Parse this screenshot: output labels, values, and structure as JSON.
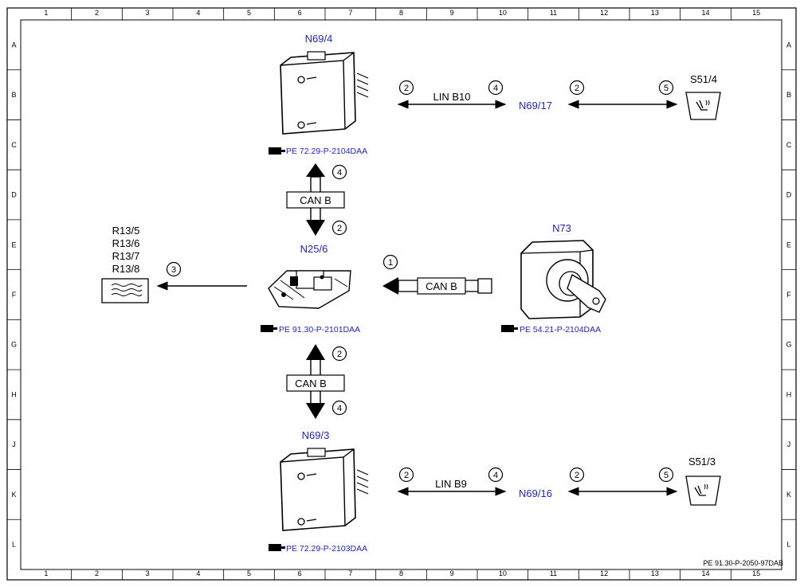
{
  "grid": {
    "columns": [
      "1",
      "2",
      "3",
      "4",
      "5",
      "6",
      "7",
      "8",
      "9",
      "10",
      "11",
      "12",
      "13",
      "14",
      "15"
    ],
    "rows": [
      "A",
      "B",
      "C",
      "D",
      "E",
      "F",
      "G",
      "H",
      "J",
      "K",
      "L"
    ]
  },
  "components": {
    "n69_4": {
      "label": "N69/4",
      "ref": "PE 72.29-P-2104DAA"
    },
    "n69_3": {
      "label": "N69/3",
      "ref": "PE 72.29-P-2103DAA"
    },
    "n25_6": {
      "label": "N25/6",
      "ref": "PE 91.30-P-2101DAA"
    },
    "n73": {
      "label": "N73",
      "ref": "PE 54.21-P-2104DAA"
    },
    "n69_17": {
      "label": "N69/17"
    },
    "n69_16": {
      "label": "N69/16"
    },
    "s51_4": {
      "label": "S51/4"
    },
    "s51_3": {
      "label": "S51/3"
    },
    "heaters": {
      "labels": [
        "R13/5",
        "R13/6",
        "R13/7",
        "R13/8"
      ]
    }
  },
  "buses": {
    "can_top": "CAN B",
    "can_bottom": "CAN B",
    "can_right": "CAN B",
    "lin_top": "LIN B10",
    "lin_bottom": "LIN B9"
  },
  "markers": {
    "top_lin_left": "2",
    "top_lin_right": "4",
    "top_switch_left": "2",
    "top_switch_right": "5",
    "can_top_up": "4",
    "can_top_down": "2",
    "n73_in": "1",
    "heater_out": "3",
    "can_bot_up": "2",
    "can_bot_down": "4",
    "bot_lin_left": "2",
    "bot_lin_right": "4",
    "bot_switch_left": "2",
    "bot_switch_right": "5"
  },
  "footer": {
    "doc_id": "PE 91.30-P-2050-97DAB"
  },
  "colors": {
    "component_label": "#2323c8",
    "line": "#000000"
  },
  "icons": {
    "ref_pointer": "pointing-hand-icon",
    "seat_switch": "seat-heating-switch-icon",
    "heater": "heater-mat-icon"
  }
}
